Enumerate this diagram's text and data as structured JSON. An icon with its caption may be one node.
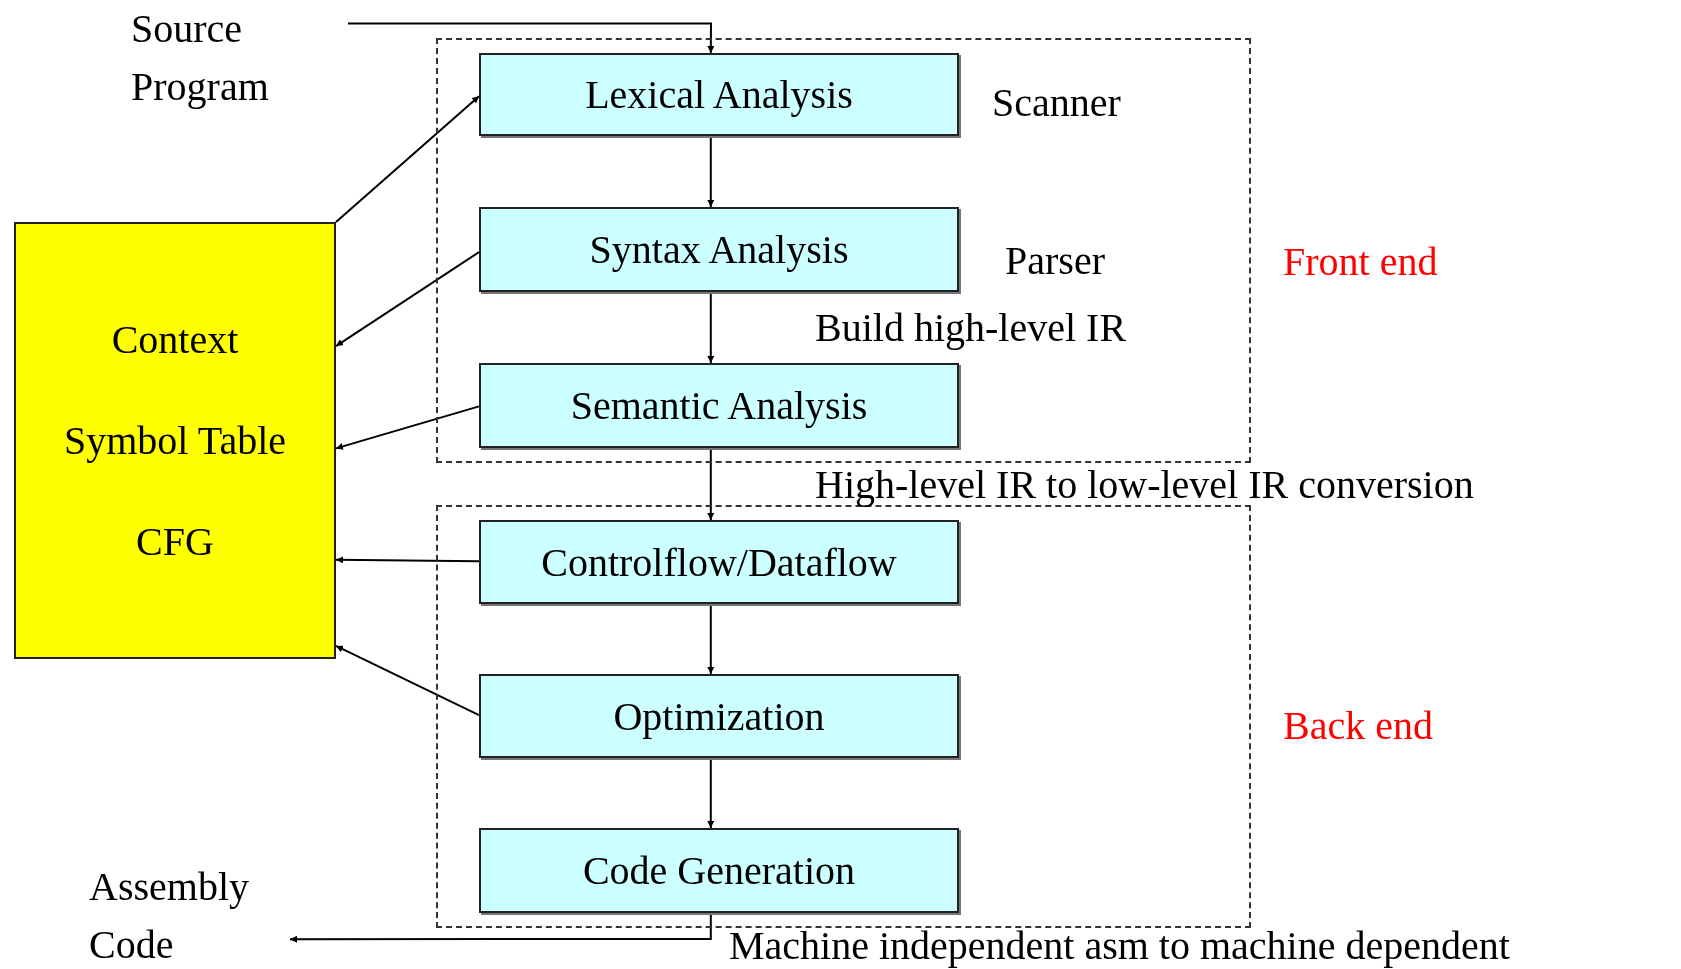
{
  "diagram": {
    "nodes": [
      {
        "text": [
          "Source Program"
        ]
      },
      {
        "text": [
          "Front end"
        ]
      },
      {
        "text": [
          "Lexical Analysis"
        ],
        "in": 1,
        "beside": [
          "Scanner"
        ]
      },
      {
        "text": [
          "Syntax Analysis"
        ],
        "in": 1,
        "beside": [
          "Parser"
        ]
      },
      {
        "text": [
          "Semantic Analysis"
        ],
        "in": 1
      },
      {
        "text": [
          "Back end"
        ]
      },
      {
        "text": [
          "Controlflow/Dataflow"
        ],
        "in": 5
      },
      {
        "text": [
          "Optimization"
        ],
        "in": 5
      },
      {
        "text": [
          "Code Generation"
        ],
        "in": 5
      },
      {
        "text": [
          "Context",
          "Symbol Table",
          "CFG"
        ]
      },
      {
        "text": [
          "Assembly Code"
        ]
      }
    ],
    "edges": [
      {
        "from": 0,
        "to": 2,
        "arrow": "to"
      },
      {
        "from": 2,
        "to": 3,
        "arrow": "to"
      },
      {
        "from": 3,
        "to": 4,
        "arrow": "to",
        "label": "Build high-level IR"
      },
      {
        "from": 4,
        "to": 6,
        "arrow": "to",
        "label": "High-level IR to low-level IR conversion"
      },
      {
        "from": 6,
        "to": 7,
        "arrow": "to"
      },
      {
        "from": 7,
        "to": 8,
        "arrow": "to"
      },
      {
        "from": 8,
        "to": 10,
        "arrow": "to",
        "label": "Machine independent asm to machine dependent"
      },
      {
        "from": 9,
        "to": 2,
        "arrow": "to"
      },
      {
        "from": 3,
        "to": 9,
        "arrow": "to"
      },
      {
        "from": 4,
        "to": 9,
        "arrow": "to"
      },
      {
        "from": 6,
        "to": 9,
        "arrow": "to"
      },
      {
        "from": 7,
        "to": 9,
        "arrow": "to"
      }
    ]
  }
}
